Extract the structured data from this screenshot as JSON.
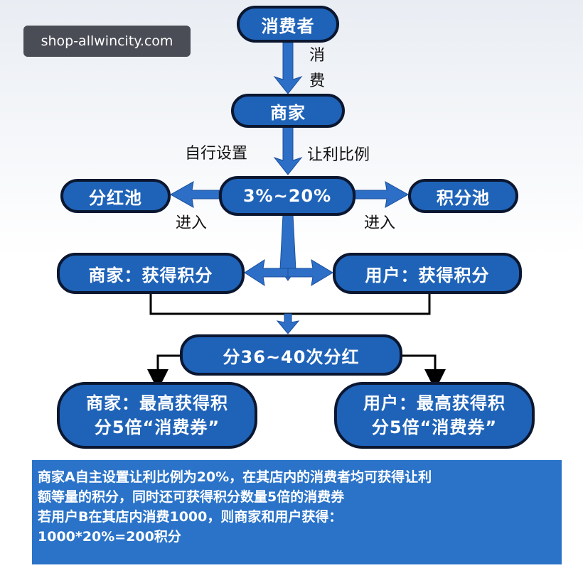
{
  "watermark": "shop-allwincity.com",
  "nodes": {
    "consumer": "消费者",
    "merchant": "商家",
    "ratio": "3%~20%",
    "dividend_pool": "分红池",
    "points_pool": "积分池",
    "merchant_points": "商家：获得积分",
    "user_points": "用户：获得积分",
    "dividend_rounds": "分36~40次分红",
    "merchant_reward_line1": "商家：最高获得积",
    "merchant_reward_line2": "分5倍“消费券”",
    "user_reward_line1": "用户：最高获得积",
    "user_reward_line2": "分5倍“消费券”"
  },
  "labels": {
    "consume_char1": "消",
    "consume_char2": "费",
    "self_set": "自行设置",
    "profit_ratio": "让利比例",
    "enter_left": "进入",
    "enter_right": "进入"
  },
  "info": {
    "line1": "商家A自主设置让利比例为20%，在其店内的消费者均可获得让利",
    "line2": "额等量的积分，同时还可获得积分数量5倍的消费券",
    "line3": "若用户B在其店内消费1000，则商家和用户获得：",
    "line4": "1000*20%=200积分"
  },
  "colors": {
    "node_fill": "#1f63b8",
    "node_border": "#0b1730",
    "arrow": "#2d6fc6",
    "info_bg": "#2a73c9"
  }
}
